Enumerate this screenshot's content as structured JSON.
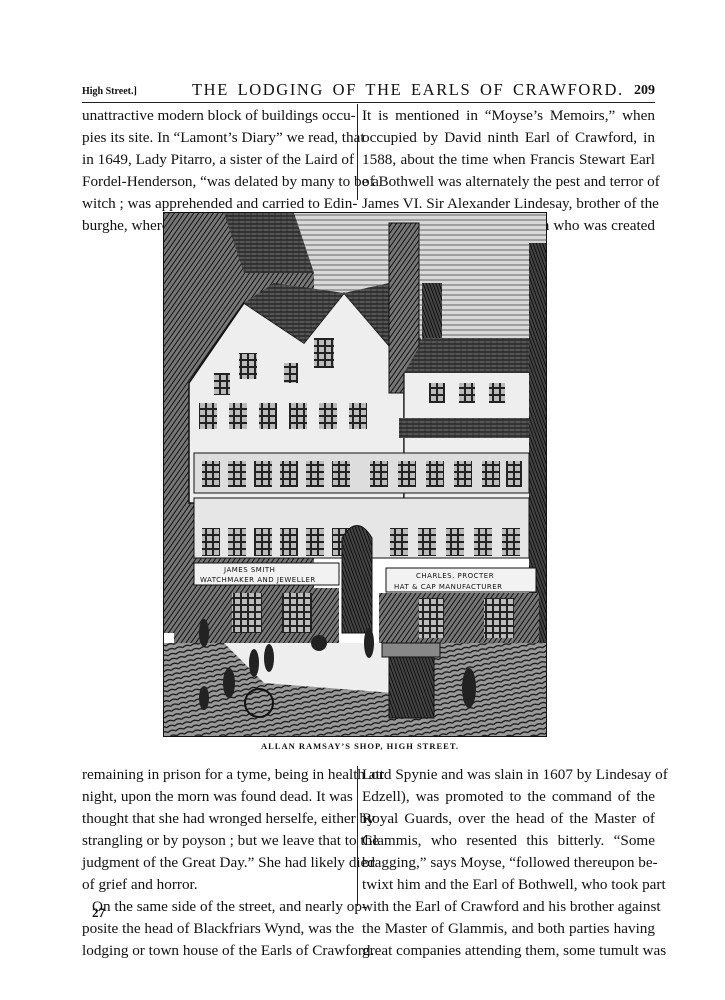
{
  "running_head": {
    "section": "High Street.]",
    "title": "THE LODGING OF THE EARLS OF CRAWFORD.",
    "page_number": "209"
  },
  "top_left_column": [
    "unattractive modern block of buildings occu-",
    "pies its site. In “Lamont’s Diary” we read, that",
    "in 1649, Lady Pitarro, a sister of the Laird of",
    "Fordel-Henderson, “was delated by many to be a",
    "witch ; was apprehended and carried to Edin-",
    "burghe, where she was keiped fast ; and after"
  ],
  "top_right_column": [
    "It is mentioned in “Moyse’s Memoirs,” when",
    "occupied by David ninth Earl of Crawford, in",
    "1588, about the time when Francis Stewart Earl",
    "of Bothwell was alternately the pest and terror of",
    "James VI. Sir Alexander Lindesay, brother of the",
    "Earl of Crawford (a gentleman who was created"
  ],
  "figure": {
    "description": "Engraving of old tenement buildings on High Street",
    "signs": {
      "left_shop_line1": "JAMES SMITH",
      "left_shop_line2": "WATCHMAKER AND JEWELLER",
      "right_shop_line1": "CHARLES. PROCTER",
      "right_shop_line2": "HAT & CAP MANUFACTURER"
    },
    "caption": "ALLAN RAMSAY’S SHOP, HIGH STREET."
  },
  "bottom_left_column": [
    "remaining in prison for a tyme, being in health att",
    "night, upon the morn was found dead. It was",
    "thought that she had wronged herselfe, either by",
    "strangling or by poyson ; but we leave that to the",
    "judgment of the Great Day.” She had likely died",
    "of grief and horror.",
    "On the same side of the street, and nearly op-",
    "posite the head of Blackfriars Wynd, was the",
    "lodging or town house of the Earls of Crawford."
  ],
  "bottom_right_column": [
    "Lord Spynie and was slain in 1607 by Lindesay of",
    "Edzell), was promoted to the command of the",
    "Royal Guards, over the head of the Master of",
    "Glammis, who resented this bitterly. “Some",
    "bragging,” says Moyse, “followed thereupon be-",
    "twixt him and the Earl of Bothwell, who took part",
    "with the Earl of Crawford and his brother against",
    "the Master of Glammis, and both parties having",
    "great companies attending them, some tumult was"
  ],
  "signature_mark": "27"
}
